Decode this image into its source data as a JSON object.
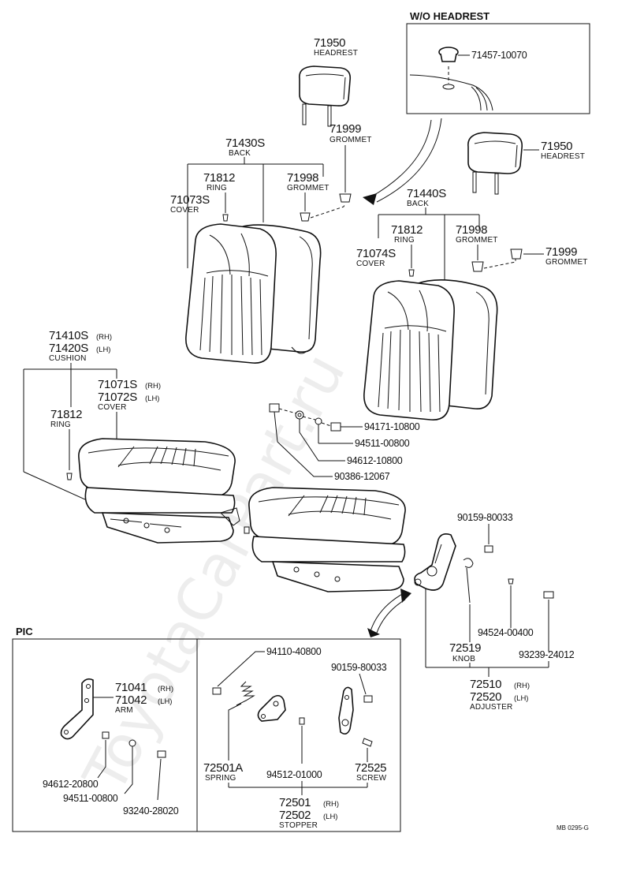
{
  "watermark": "ToyotaCarPart.ru",
  "drawing_code": "MB 0295-G",
  "wo_headrest": {
    "title": "W/O HEADREST",
    "plug_part": "71457-10070"
  },
  "left_seat": {
    "headrest": {
      "num": "71950",
      "name": "HEADREST"
    },
    "back": {
      "num": "71430S",
      "name": "BACK"
    },
    "ring": {
      "num": "71812",
      "name": "RING"
    },
    "grommet_a": {
      "num": "71998",
      "name": "GROMMET"
    },
    "grommet_b": {
      "num": "71999",
      "name": "GROMMET"
    },
    "cover": {
      "num": "71073S",
      "name": "COVER"
    }
  },
  "right_seat": {
    "headrest": {
      "num": "71950",
      "name": "HEADREST"
    },
    "back": {
      "num": "71440S",
      "name": "BACK"
    },
    "ring": {
      "num": "71812",
      "name": "RING"
    },
    "grommet_a": {
      "num": "71998",
      "name": "GROMMET"
    },
    "grommet_b": {
      "num": "71999",
      "name": "GROMMET"
    },
    "cover": {
      "num": "71074S",
      "name": "COVER"
    }
  },
  "cushion": {
    "num_rh": "71410S",
    "sfx_rh": "(RH)",
    "num_lh": "71420S",
    "sfx_lh": "(LH)",
    "name": "CUSHION"
  },
  "cushion_cover": {
    "num_rh": "71071S",
    "sfx_rh": "(RH)",
    "num_lh": "71072S",
    "sfx_lh": "(LH)",
    "name": "COVER"
  },
  "cushion_ring": {
    "num": "71812",
    "name": "RING"
  },
  "fasteners": {
    "f1": "94171-10800",
    "f2": "94511-00800",
    "f3": "94612-10800",
    "f4": "90386-12067"
  },
  "adjuster": {
    "bolt": "90159-80033",
    "washer": "94524-00400",
    "screw": "93239-24012",
    "knob": {
      "num": "72519",
      "name": "KNOB"
    },
    "num_rh": "72510",
    "sfx_rh": "(RH)",
    "num_lh": "72520",
    "sfx_lh": "(LH)",
    "name": "ADJUSTER"
  },
  "pic": {
    "title": "PIC",
    "arm": {
      "num_rh": "71041",
      "sfx_rh": "(RH)",
      "num_lh": "71042",
      "sfx_lh": "(LH)",
      "name": "ARM"
    },
    "arm_f1": "94612-20800",
    "arm_f2": "94511-00800",
    "arm_f3": "93240-28020",
    "spring_bolt": "94110-40800",
    "stopper_bolt": "90159-80033",
    "spring": {
      "num": "72501A",
      "name": "SPRING"
    },
    "washer": "94512-01000",
    "screw": {
      "num": "72525",
      "name": "SCREW"
    },
    "stopper": {
      "num_rh": "72501",
      "sfx_rh": "(RH)",
      "num_lh": "72502",
      "sfx_lh": "(LH)",
      "name": "STOPPER"
    }
  }
}
